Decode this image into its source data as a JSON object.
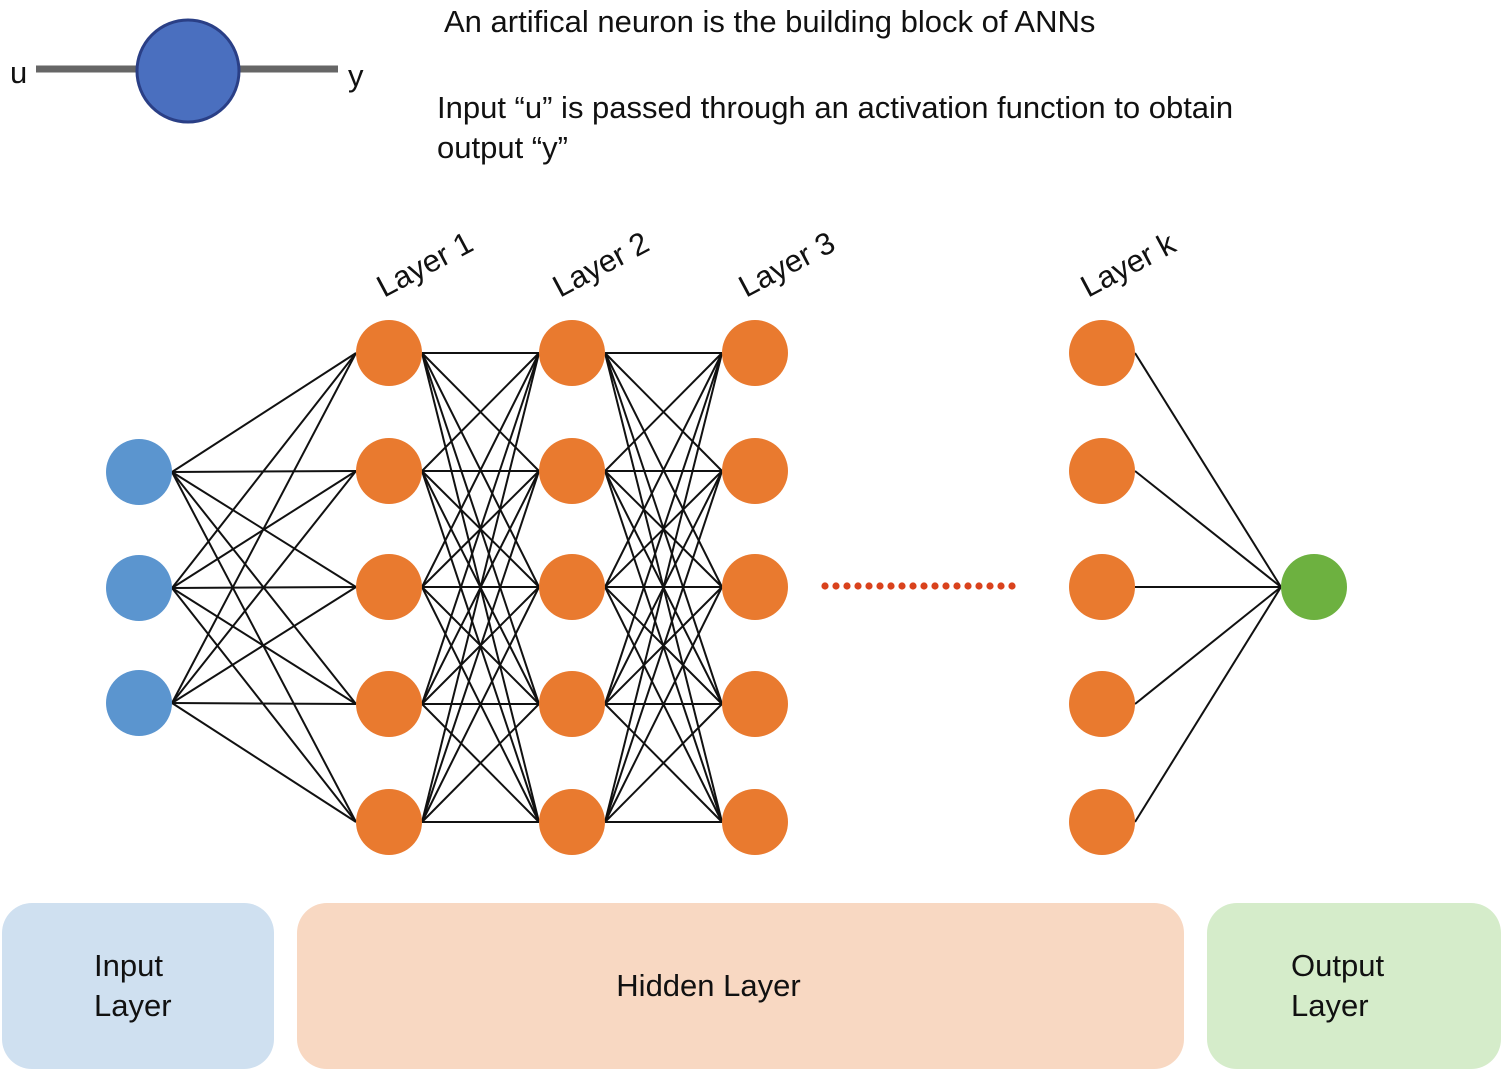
{
  "captions": {
    "main": "An artifical neuron is the building block of ANNs",
    "detail": "Input “u” is passed through an activation function to obtain\noutput “y”"
  },
  "neuron": {
    "input_label": "u",
    "output_label": "y"
  },
  "layer_labels": {
    "layer1": "Layer 1",
    "layer2": "Layer 2",
    "layer3": "Layer 3",
    "layerk": "Layer k"
  },
  "network": {
    "input_nodes": 3,
    "hidden_nodes_per_layer": 5,
    "hidden_layers_drawn": 4,
    "output_nodes": 1
  },
  "regions": {
    "input": "Input\nLayer",
    "hidden": "Hidden Layer",
    "output": "Output\nLayer"
  },
  "colors": {
    "input_node": "#5b95cf",
    "hidden_node": "#e97a2f",
    "output_node": "#6db140",
    "neuron": "#4a6fbf",
    "input_region": "#cfe0f0",
    "hidden_region": "#f8d8c2",
    "output_region": "#d5ecca",
    "ellipsis_dots": "#d9421d"
  }
}
